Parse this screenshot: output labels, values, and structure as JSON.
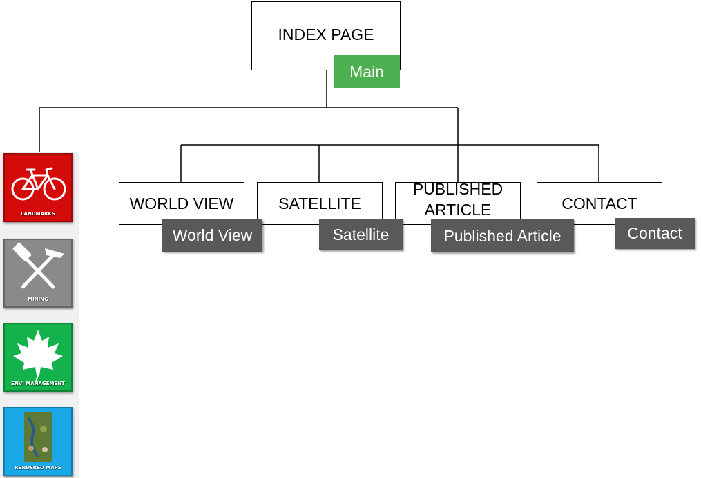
{
  "diagram": {
    "root": {
      "label": "INDEX PAGE",
      "tag": "Main"
    },
    "children": [
      {
        "label": "WORLD VIEW",
        "tag": "World View"
      },
      {
        "label": "SATELLITE",
        "tag": "Satellite"
      },
      {
        "label": "PUBLISHED ARTICLE",
        "tag": "Published Article"
      },
      {
        "label": "CONTACT",
        "tag": "Contact"
      }
    ]
  },
  "sidebar": {
    "tiles": [
      {
        "label": "LANDMARKS",
        "icon": "bicycle-icon",
        "color": "#d40b0b"
      },
      {
        "label": "MINING",
        "icon": "crossed-hammers-icon",
        "color": "#8a8a8a"
      },
      {
        "label": "ENVI MANAGEMENT",
        "icon": "maple-leaf-icon",
        "color": "#13b24c"
      },
      {
        "label": "RENDERED MAPS",
        "icon": "satellite-map-icon",
        "color": "#1aa8e6"
      }
    ]
  },
  "colors": {
    "main_tag": "#4caf50",
    "dark_tag": "#595959",
    "connector": "#000000"
  }
}
